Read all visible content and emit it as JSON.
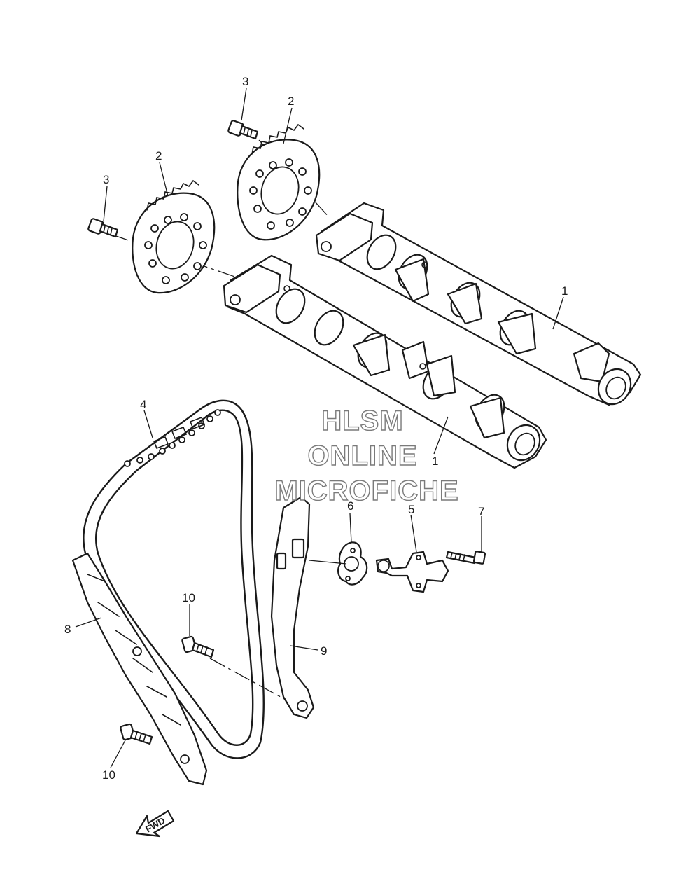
{
  "watermark": {
    "line1": "HLSM",
    "line2": "ONLINE",
    "line3": "MICROFICHE"
  },
  "direction_label": "FWD",
  "callouts": {
    "camshaft_upper": "1",
    "camshaft_lower": "1",
    "sprocket_upper": "2",
    "sprocket_lower": "2",
    "bolt_upper": "3",
    "bolt_lower": "3",
    "chain": "4",
    "tensioner": "5",
    "gasket": "6",
    "tensioner_bolt": "7",
    "guide_front": "8",
    "guide_rear": "9",
    "guide_bolt_upper": "10",
    "guide_bolt_lower": "10"
  }
}
